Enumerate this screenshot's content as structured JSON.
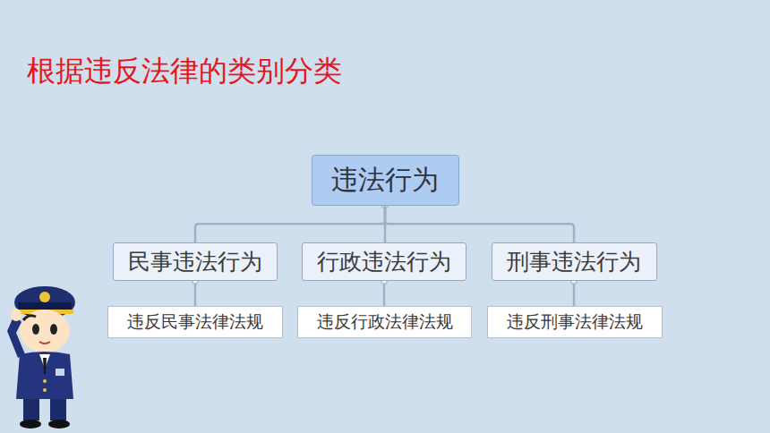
{
  "diagram": {
    "title": "根据违反法律的类别分类",
    "nodes": [
      {
        "text": [
          "违法行为"
        ]
      },
      {
        "text": [
          "民事违法行为"
        ]
      },
      {
        "text": [
          "行政违法行为"
        ]
      },
      {
        "text": [
          "刑事违法行为"
        ]
      },
      {
        "text": [
          "违反民事法律法规"
        ]
      },
      {
        "text": [
          "违反行政法律法规"
        ]
      },
      {
        "text": [
          "违反刑事法律法规"
        ]
      }
    ],
    "edges": [
      {
        "from": 0,
        "to": 1,
        "arrow": "none"
      },
      {
        "from": 0,
        "to": 2,
        "arrow": "none"
      },
      {
        "from": 0,
        "to": 3,
        "arrow": "none"
      },
      {
        "from": 1,
        "to": 4,
        "arrow": "none"
      },
      {
        "from": 2,
        "to": 5,
        "arrow": "none"
      },
      {
        "from": 3,
        "to": 6,
        "arrow": "none"
      }
    ]
  }
}
